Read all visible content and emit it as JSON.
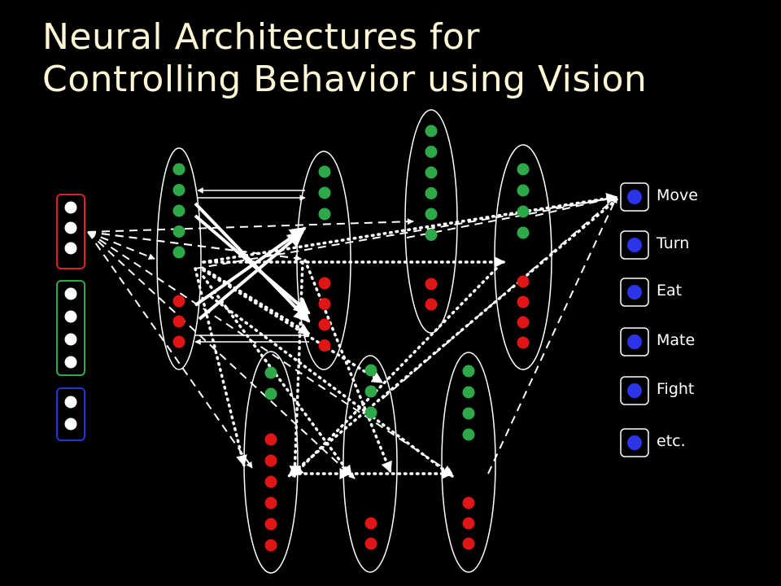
{
  "slide": {
    "title_line1": "Neural Architectures for",
    "title_line2": "Controlling Behavior using Vision"
  },
  "outputs": [
    "Move",
    "Turn",
    "Eat",
    "Mate",
    "Fight",
    "etc."
  ],
  "colors": {
    "background": "#000000",
    "title": "#fff6d5",
    "input_group_1": "#e02020",
    "input_group_2": "#2fa84a",
    "input_group_3": "#2333e0",
    "green_unit": "#2fa84a",
    "red_unit": "#e01515",
    "blue_unit": "#2b34e8",
    "input_unit": "#ffffff"
  }
}
